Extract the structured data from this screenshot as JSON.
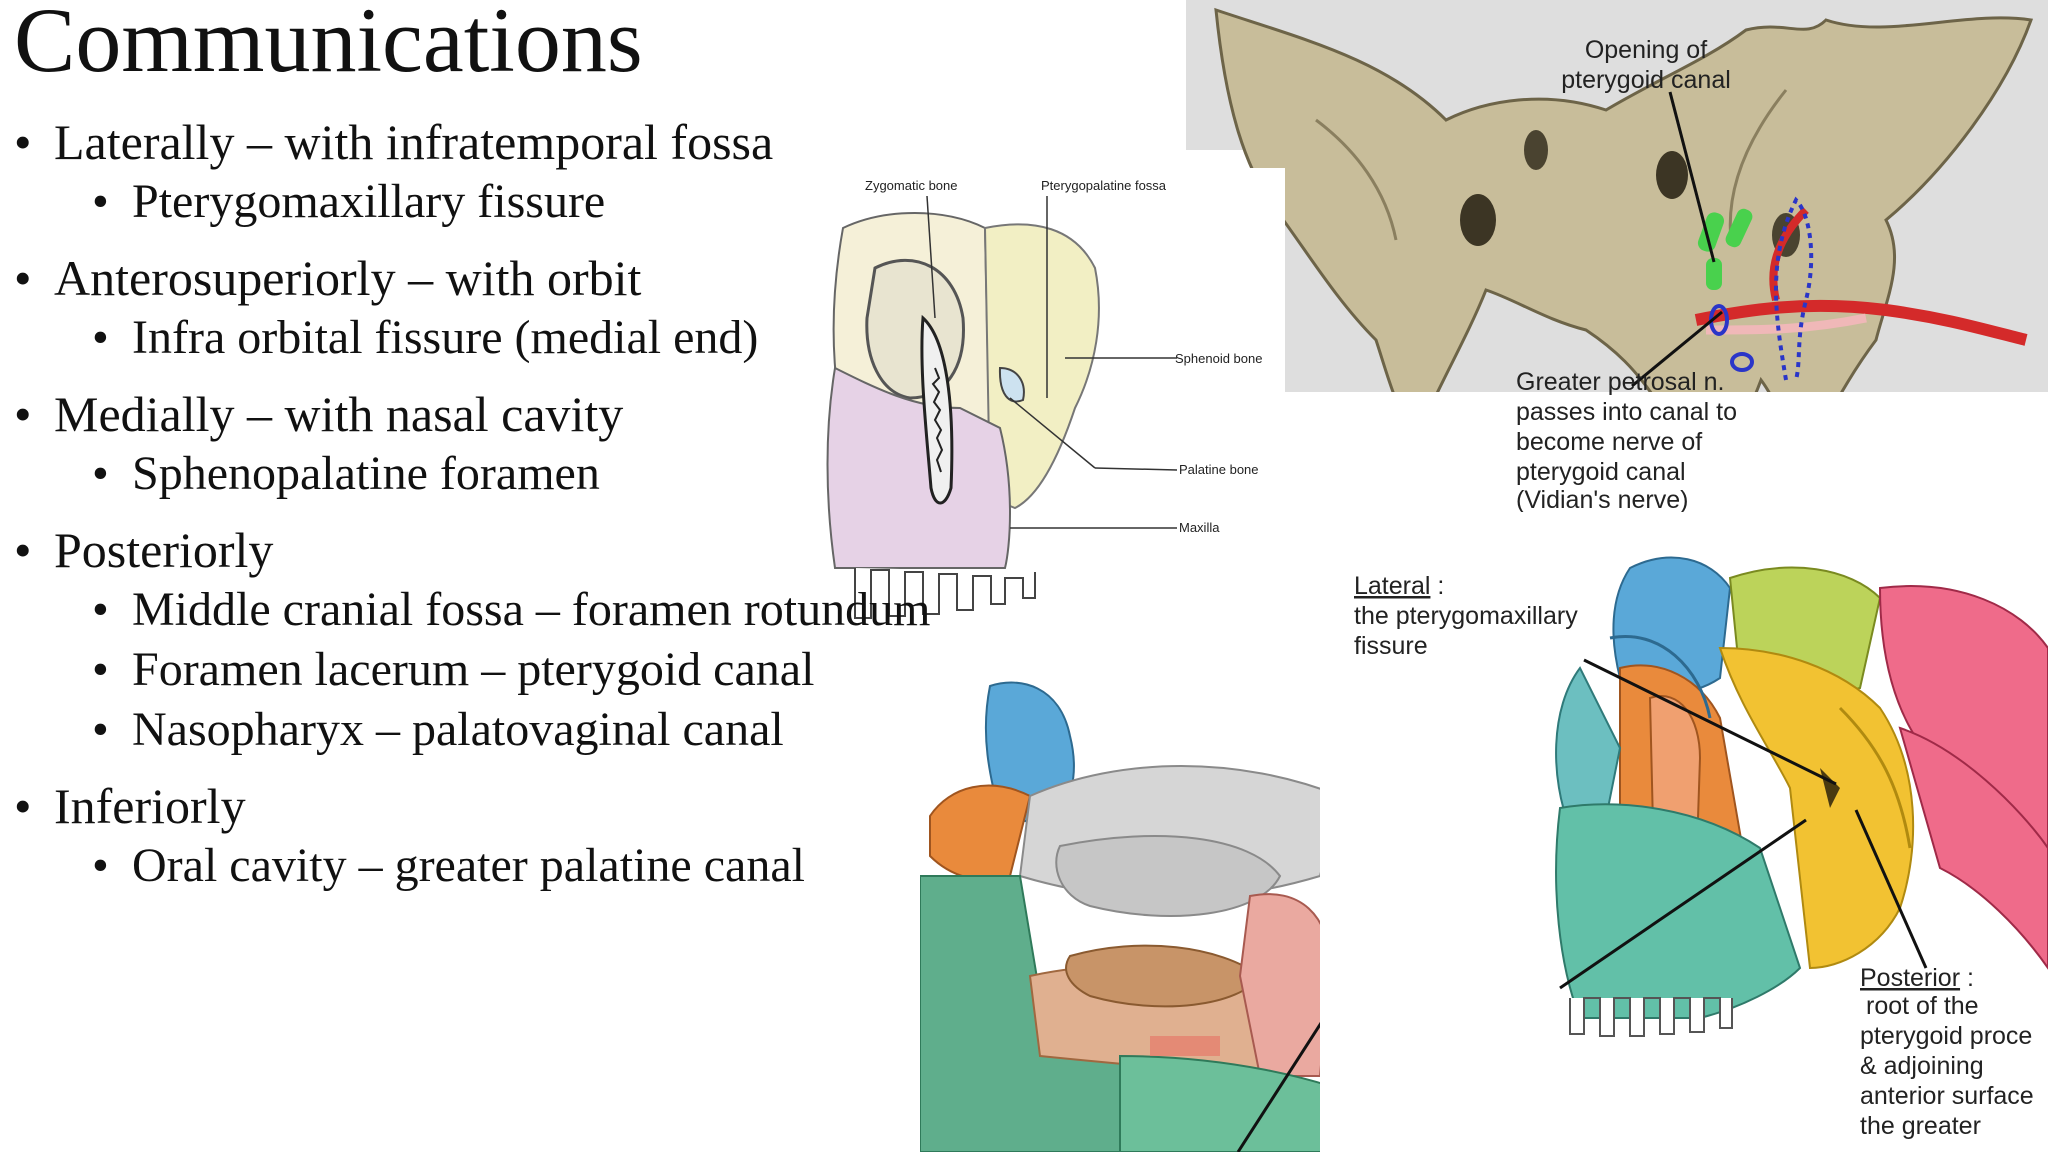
{
  "slide": {
    "title": "Communications",
    "bullets": [
      {
        "text": "Laterally – with infratemporal fossa",
        "sub": [
          "Pterygomaxillary fissure"
        ]
      },
      {
        "text": "Anterosuperiorly – with orbit",
        "sub": [
          "Infra orbital fissure (medial end)"
        ]
      },
      {
        "text": "Medially – with nasal cavity",
        "sub": [
          "Sphenopalatine foramen"
        ]
      },
      {
        "text": "Posteriorly",
        "sub": [
          "Middle cranial fossa – foramen rotundum",
          "Foramen lacerum – pterygoid canal",
          "Nasopharyx – palatovaginal canal"
        ]
      },
      {
        "text": "Inferiorly",
        "sub": [
          "Oral cavity – greater palatine canal"
        ]
      }
    ]
  },
  "skull_figure": {
    "labels": {
      "zygomatic": "Zygomatic bone",
      "ptp_fossa": "Pterygopalatine fossa",
      "sphenoid": "Sphenoid bone",
      "palatine": "Palatine bone",
      "maxilla": "Maxilla"
    }
  },
  "sphenoid_figure": {
    "labels": {
      "opening_l1": "Opening of",
      "opening_l2": "pterygoid canal",
      "petrosal_l1": "Greater petrosal n.",
      "petrosal_l2": "passes into canal to",
      "petrosal_l3": "become nerve of",
      "petrosal_l4": "pterygoid canal",
      "petrosal_l5": "(Vidian's nerve)"
    }
  },
  "nasal_figure": {},
  "lateral_figure": {
    "labels": {
      "lateral_head": "Lateral",
      "lateral_colon": " :",
      "lateral_l1": "the pterygomaxillary",
      "lateral_l2": "fissure",
      "posterior_head": "Posterior",
      "posterior_colon": " :",
      "posterior_l1": "root of the",
      "posterior_l2": "pterygoid proce",
      "posterior_l3": "& adjoining",
      "posterior_l4": "anterior surface",
      "posterior_l5": "the greater"
    }
  },
  "colors": {
    "bone_tan": "#c8bd9a",
    "bone_grey": "#d8d8d8",
    "maxilla_pink": "#e6d2e6",
    "fossa_yellow": "#f2efc4",
    "green": "#5fae8c",
    "yellow": "#f2c232",
    "orange": "#e98a3c",
    "blue": "#5aa8d8",
    "red_artery": "#d42a2a",
    "green_marker": "#49d14d"
  }
}
